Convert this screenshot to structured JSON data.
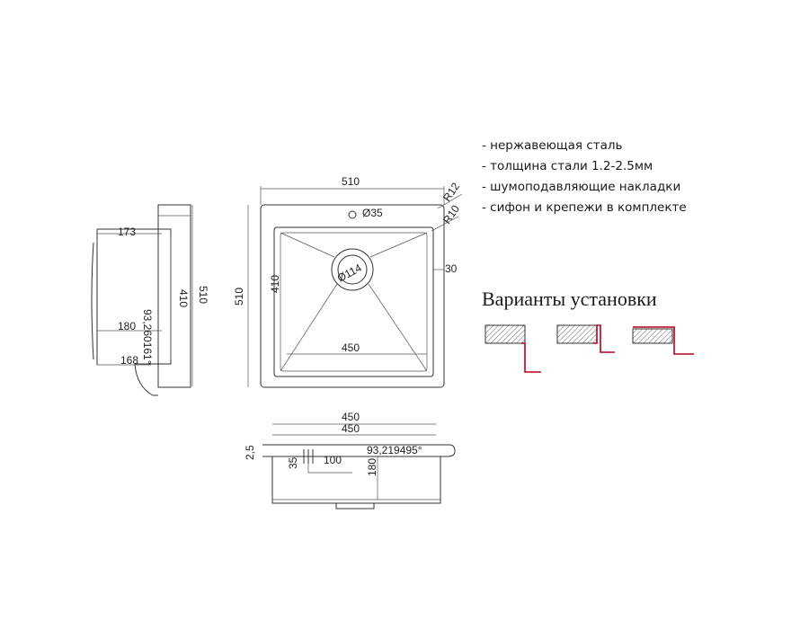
{
  "features": [
    "- нержавеющая сталь",
    "- толщина стали 1.2-2.5мм",
    "- шумоподавляющие накладки",
    "- сифон и крепежи в комплекте"
  ],
  "install_heading": "Варианты установки",
  "top_view": {
    "width_outer": "510",
    "height_outer": "510",
    "height_inner": "410",
    "width_inner": "450",
    "radius_outer": "R12",
    "radius_inner": "R10",
    "tap_hole": "Ø35",
    "drain": "Ø114",
    "offset": "30"
  },
  "side_view": {
    "top_depth": "173",
    "depth_mid": "180",
    "depth_low": "168",
    "height_inner": "410",
    "height_outer": "510",
    "angle": "93,260161°"
  },
  "front_view": {
    "width_top": "450",
    "width_mid": "450",
    "lip": "2,5",
    "step": "35",
    "overflow": "100",
    "depth": "180",
    "angle": "93,219495°"
  }
}
